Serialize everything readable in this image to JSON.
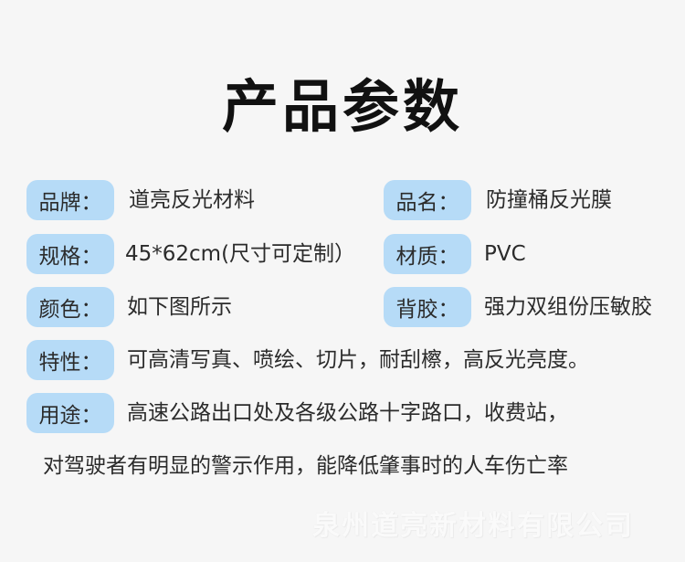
{
  "title": "产品参数",
  "specs": {
    "brand_label": "品牌：",
    "brand_value": "道亮反光材料",
    "name_label": "品名：",
    "name_value": "防撞桶反光膜",
    "size_label": "规格：",
    "size_value": "45*62cm(尺寸可定制）",
    "material_label": "材质：",
    "material_value": "PVC",
    "color_label": "颜色：",
    "color_value": "如下图所示",
    "adhesive_label": "背胶：",
    "adhesive_value": "强力双组份压敏胶",
    "feature_label": "特性：",
    "feature_value": "可高清写真、喷绘、切片，耐刮檫，高反光亮度。",
    "usage_label": "用途：",
    "usage_value": "高速公路出口处及各级公路十字路口，收费站，",
    "usage_continued": "对驾驶者有明显的警示作用，能降低肇事时的人车伤亡率"
  },
  "watermark": "泉州道亮新材料有限公司",
  "colors": {
    "badge_bg": "#b6dbf7",
    "page_bg": "#f6f6f6"
  }
}
